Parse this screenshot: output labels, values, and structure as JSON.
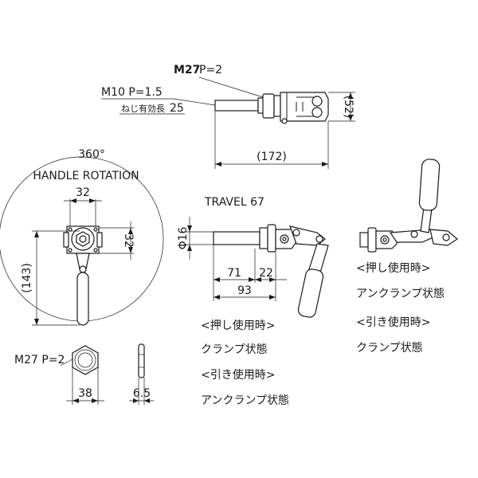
{
  "top_view": {
    "thread_main": "M27",
    "thread_main_pitch": "P=2",
    "thread_rod": "M10 P=1.5",
    "thread_length_label": "ねじ有効長",
    "thread_length_value": "25",
    "height_dim": "(52)",
    "length_dim": "(172)"
  },
  "rotation_view": {
    "angle": "360°",
    "label": "HANDLE ROTATION",
    "width_dim": "32",
    "height_dim": "32",
    "total_dim": "(143)"
  },
  "nut_view": {
    "thread": "M27 P=2",
    "across_flats": "38",
    "thickness": "6.5"
  },
  "side_view": {
    "travel": "TRAVEL 67",
    "diameter": "Φ16",
    "dim_71": "71",
    "dim_22": "22",
    "dim_93": "93"
  },
  "usage_notes_center": {
    "push_use": "<押し使用時>",
    "push_state": "クランプ状態",
    "pull_use": "<引き使用時>",
    "pull_state": "アンクランプ状態"
  },
  "usage_notes_right": {
    "push_use": "<押し使用時>",
    "push_state": "アンクランプ状態",
    "pull_use": "<引き使用時>",
    "pull_state": "クランプ状態"
  }
}
